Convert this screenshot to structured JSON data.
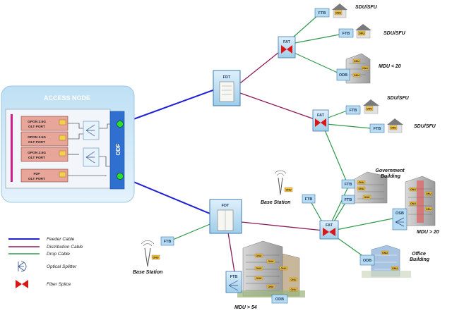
{
  "access_node": {
    "title": "ACCESS NODE",
    "odf_label": "ODF",
    "ports": [
      {
        "line1": "GPON 2.5G",
        "line2": "OLT PORT"
      },
      {
        "line1": "GPON 2.5G",
        "line2": "OLT PORT"
      },
      {
        "line1": "GPON 2.5G",
        "line2": "OLT PORT"
      },
      {
        "line1": "P2P",
        "line2": "OLT PORT"
      }
    ]
  },
  "nodes": {
    "fdt_top": "FDT",
    "fdt_bottom": "FDT",
    "fat_top": "FAT",
    "fat_mid": "FAT",
    "fat_bottom": "FAT",
    "ftb": "FTB",
    "odb": "ODB",
    "osb": "OSB",
    "onu": "ONU"
  },
  "sites": {
    "sdu1": "SDU/SFU",
    "sdu2": "SDU/SFU",
    "mdu_small": "MDU < 20",
    "sdu3": "SDU/SFU",
    "sdu4": "SDU/SFU",
    "government": "Government Building",
    "base_station_right": "Base Station",
    "mdu_large": "MDU > 20",
    "office": "Office Building",
    "base_station_left": "Base Station",
    "mdu_tower": "MDU > 54"
  },
  "legend": {
    "feeder": "Feeder Cable",
    "distribution": "Distribution Cable",
    "drop": "Drop Cable",
    "splitter": "Optical Splitter",
    "splice": "Fiber Splice"
  },
  "colors": {
    "feeder": "#1f1fd6",
    "distribution": "#8b1a5a",
    "drop": "#2e9a4a",
    "box_fill": "#b7dcf2",
    "box_stroke": "#3b78b0",
    "splice": "#d81818",
    "odf": "#2f6fd0",
    "port": "#e8a59a",
    "access_bg": "#cfe6f5"
  }
}
